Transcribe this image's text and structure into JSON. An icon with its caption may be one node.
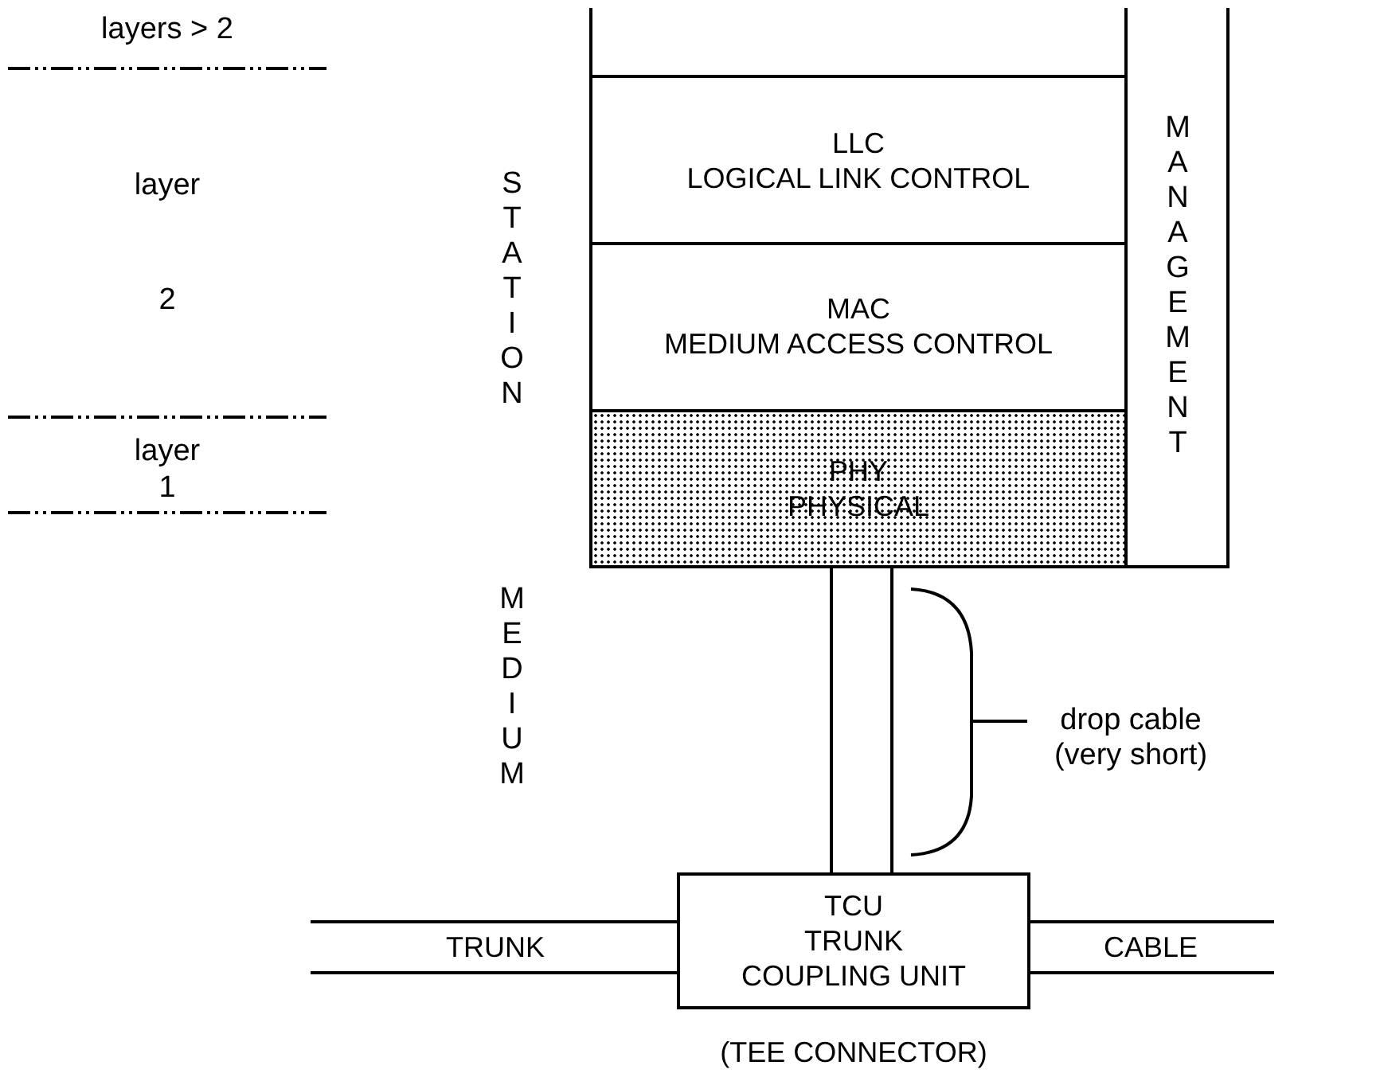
{
  "diagram": {
    "nodes": [
      {
        "text": [
          "LLC",
          "LOGICAL LINK CONTROL"
        ]
      },
      {
        "text": [
          "MAC",
          "MEDIUM ACCESS CONTROL"
        ]
      },
      {
        "text": [
          "PHY",
          "PHYSICAL"
        ]
      },
      {
        "text": [
          "MANAGEMENT"
        ]
      },
      {
        "text": [
          "TCU",
          "TRUNK COUPLING UNIT"
        ],
        "beside": [
          "(TEE CONNECTOR)"
        ]
      },
      {
        "text": [
          "TRUNK"
        ]
      },
      {
        "text": [
          "CABLE"
        ]
      }
    ],
    "edges": [
      {
        "from": 2,
        "to": 4,
        "arrow": "none"
      }
    ],
    "labels": [
      "layers > 2",
      "layer",
      "2",
      "layer",
      "1",
      "STATION",
      "MEDIUM",
      "drop cable (very short)"
    ]
  }
}
